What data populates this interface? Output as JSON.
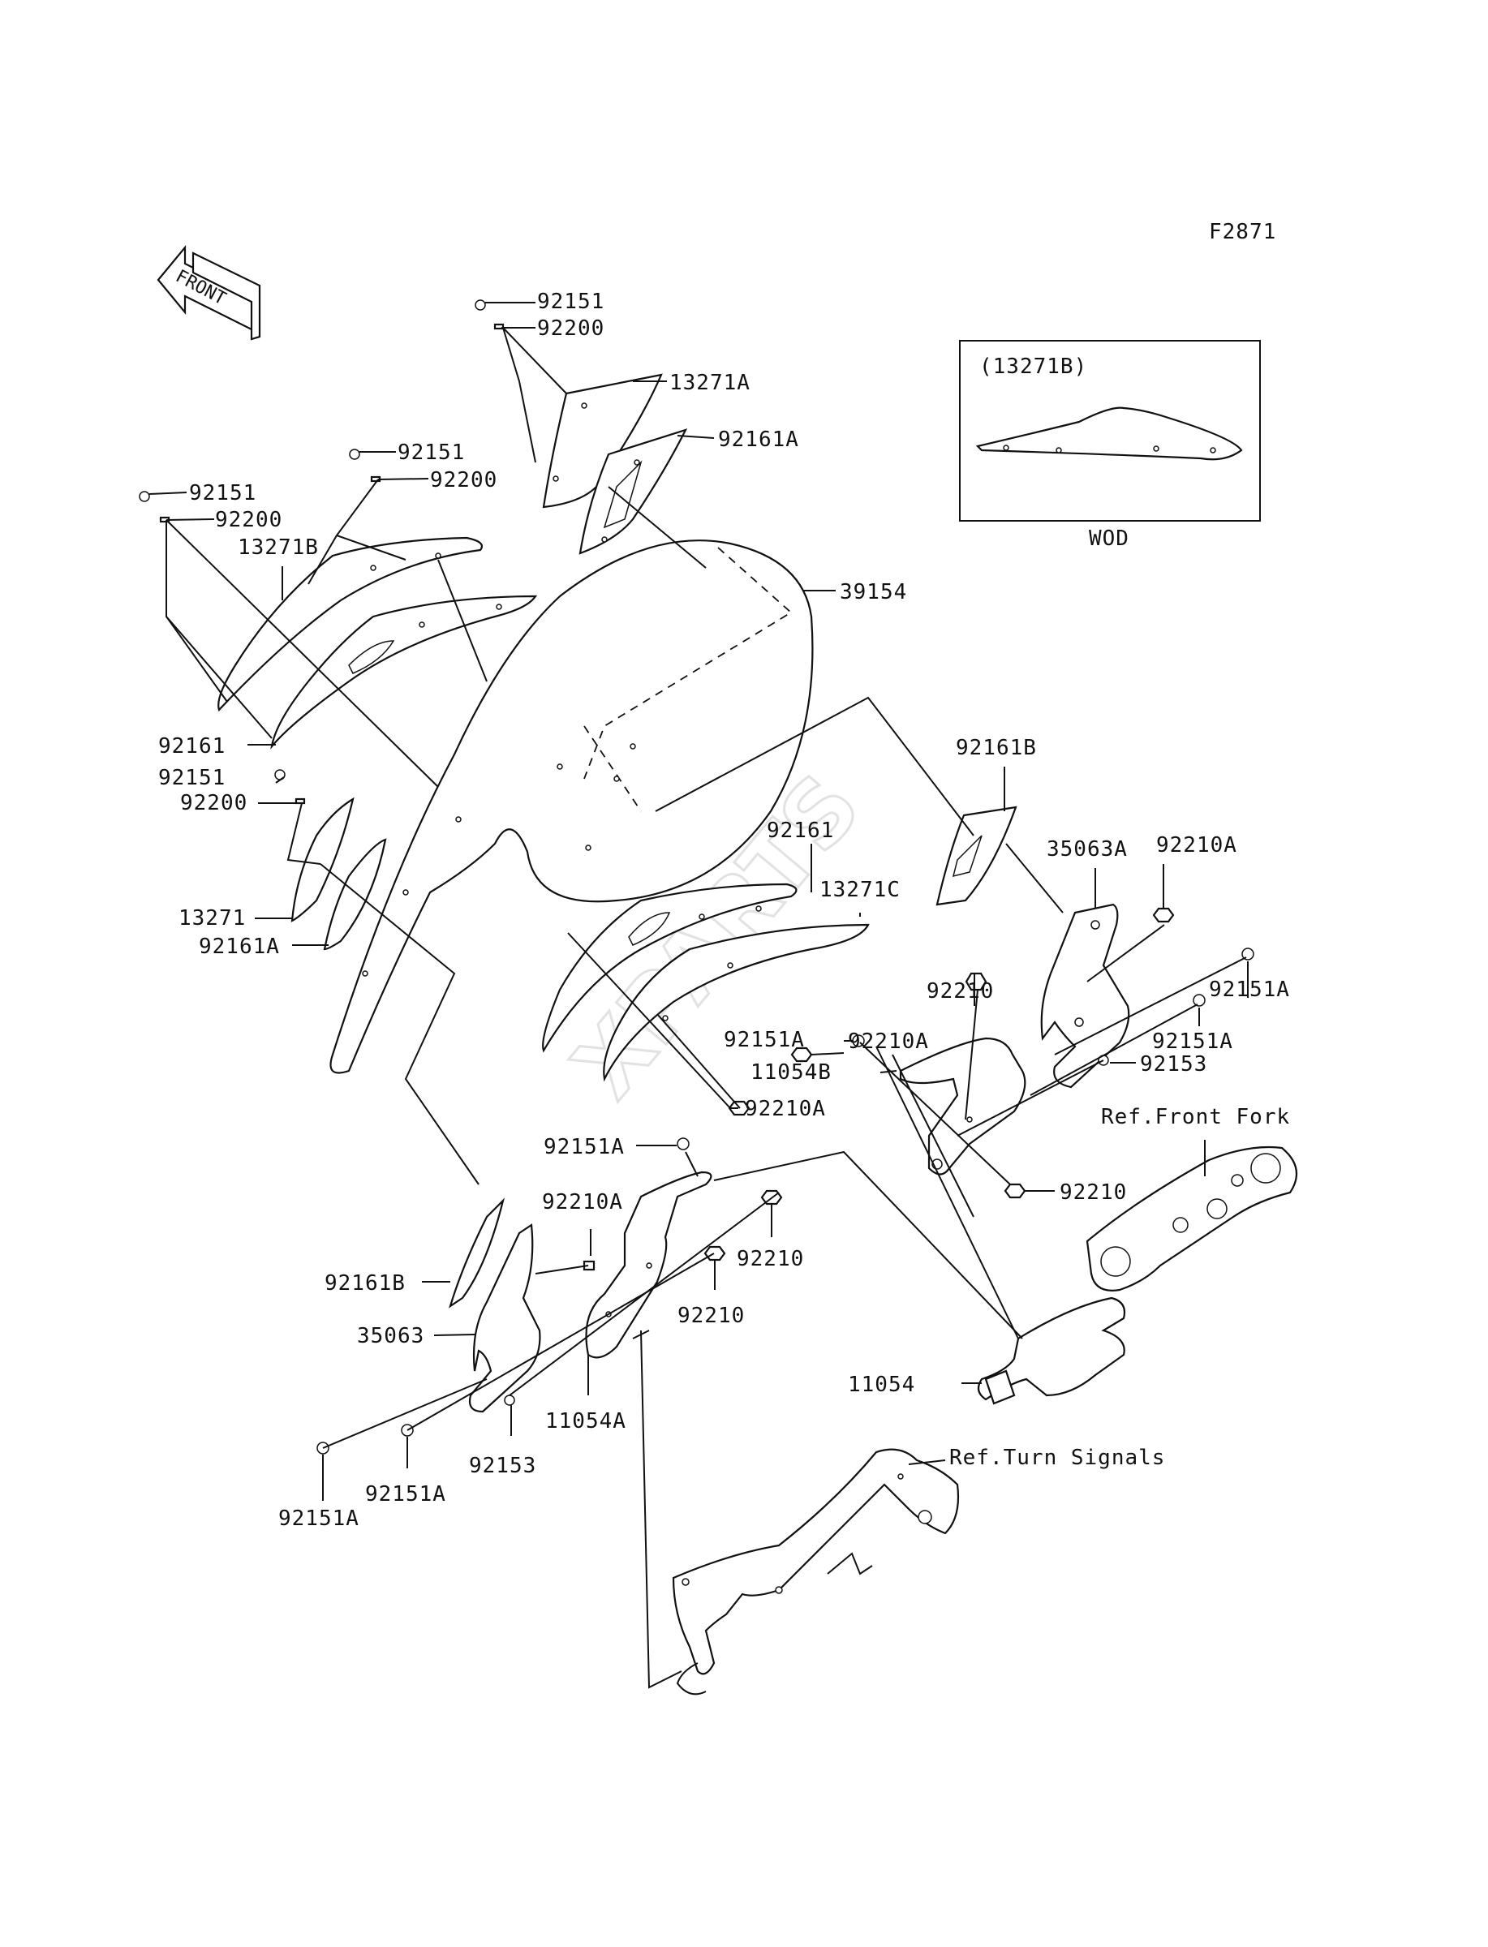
{
  "figure_code": "F2871",
  "front_indicator": "FRONT",
  "inset": {
    "title": "(13271B)",
    "caption": "WOD"
  },
  "watermark": "XPARTS",
  "labels": {
    "l01": "92151",
    "l02": "92200",
    "l03": "13271A",
    "l04": "92161A",
    "l05": "92151",
    "l06": "92200",
    "l07": "92151",
    "l08": "92200",
    "l09": "13271B",
    "l10": "39154",
    "l11": "92161",
    "l12": "92151",
    "l13": "92200",
    "l14": "13271",
    "l15": "92161A",
    "l16": "92161B",
    "l17": "35063A",
    "l18": "92210A",
    "l19": "92161",
    "l20": "13271C",
    "l21": "92210",
    "l22": "92151A",
    "l23": "92210A",
    "l24": "92151A",
    "l25": "92151A",
    "l26": "11054B",
    "l27": "92153",
    "l28": "92210A",
    "l29": "Ref.Front Fork",
    "l30": "92151A",
    "l31": "92210",
    "l32": "92210A",
    "l33": "92210",
    "l34": "92161B",
    "l35": "92210",
    "l36": "35063",
    "l37": "11054",
    "l38": "11054A",
    "l39": "92153",
    "l40": "Ref.Turn Signals",
    "l41": "92151A",
    "l42": "92151A"
  }
}
